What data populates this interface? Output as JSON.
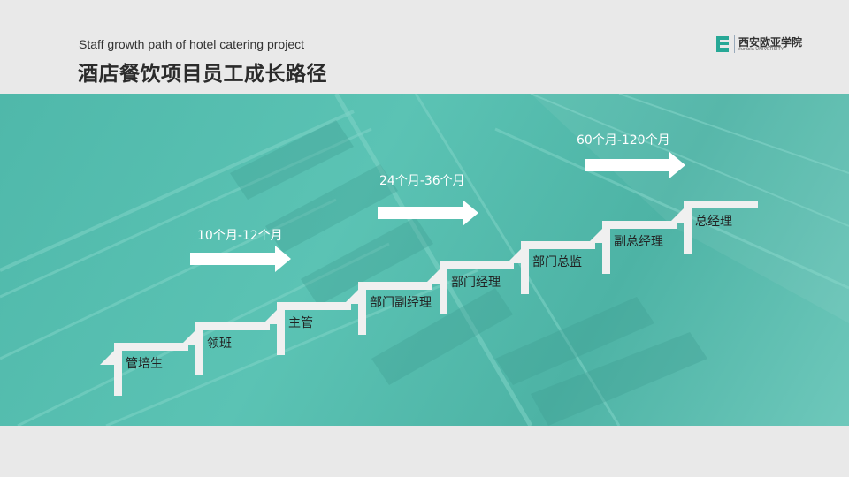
{
  "header": {
    "subtitle": "Staff growth  path of hotel catering project",
    "title": "酒店餐饮项目员工成长路径"
  },
  "logo": {
    "name_cn": "西安欧亚学院",
    "name_en": "eurasia UNIVERSITY",
    "accent_color": "#27a896"
  },
  "banner": {
    "tint_color": "#4fb8aa"
  },
  "steps": [
    {
      "label": "管培生"
    },
    {
      "label": "领班"
    },
    {
      "label": "主管"
    },
    {
      "label": "部门副经理"
    },
    {
      "label": "部门经理"
    },
    {
      "label": "部门总监"
    },
    {
      "label": "副总经理"
    },
    {
      "label": "总经理"
    }
  ],
  "periods": [
    {
      "label": "10个月-12个月"
    },
    {
      "label": "24个月-36个月"
    },
    {
      "label": "60个月-120个月"
    }
  ]
}
